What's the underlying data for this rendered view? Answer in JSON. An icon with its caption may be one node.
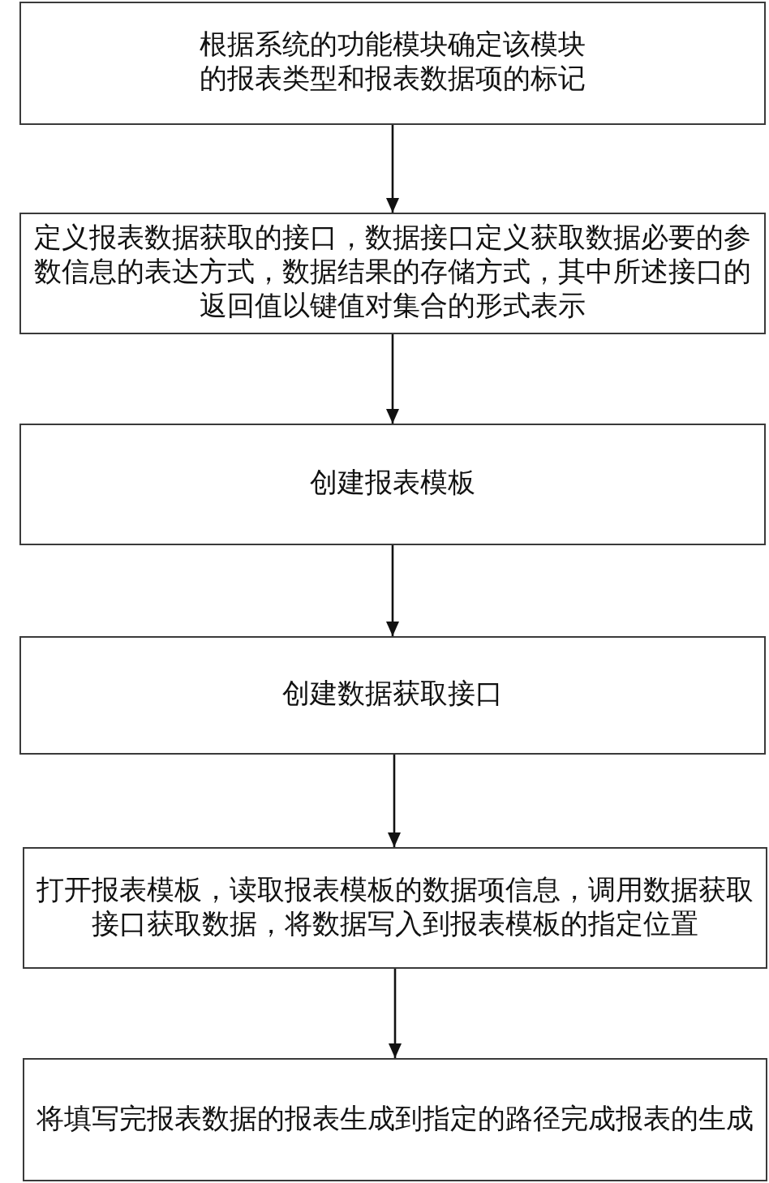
{
  "diagram": {
    "nodes": [
      {
        "text": [
          "根据系统的功能模块确定该模块的报表类型和报表数据项的标记"
        ]
      },
      {
        "text": [
          "定义报表数据获取的接口，数据接口定义获取数据必要的参数信息的表达方式，数据结果的存储方式，其中所述接口的返回值以键值对集合的形式表示"
        ]
      },
      {
        "text": [
          "创建报表模板"
        ]
      },
      {
        "text": [
          "创建数据获取接口"
        ]
      },
      {
        "text": [
          "打开报表模板，读取报表模板的数据项信息，调用数据获取接口获取数据，将数据写入到报表模板的指定位置"
        ]
      },
      {
        "text": [
          "将填写完报表数据的报表生成到指定的路径完成报表的生成"
        ]
      }
    ],
    "edges": [
      {
        "from": 0,
        "to": 1,
        "arrow": "to"
      },
      {
        "from": 1,
        "to": 2,
        "arrow": "to"
      },
      {
        "from": 2,
        "to": 3,
        "arrow": "to"
      },
      {
        "from": 3,
        "to": 4,
        "arrow": "to"
      },
      {
        "from": 4,
        "to": 5,
        "arrow": "to"
      }
    ]
  }
}
